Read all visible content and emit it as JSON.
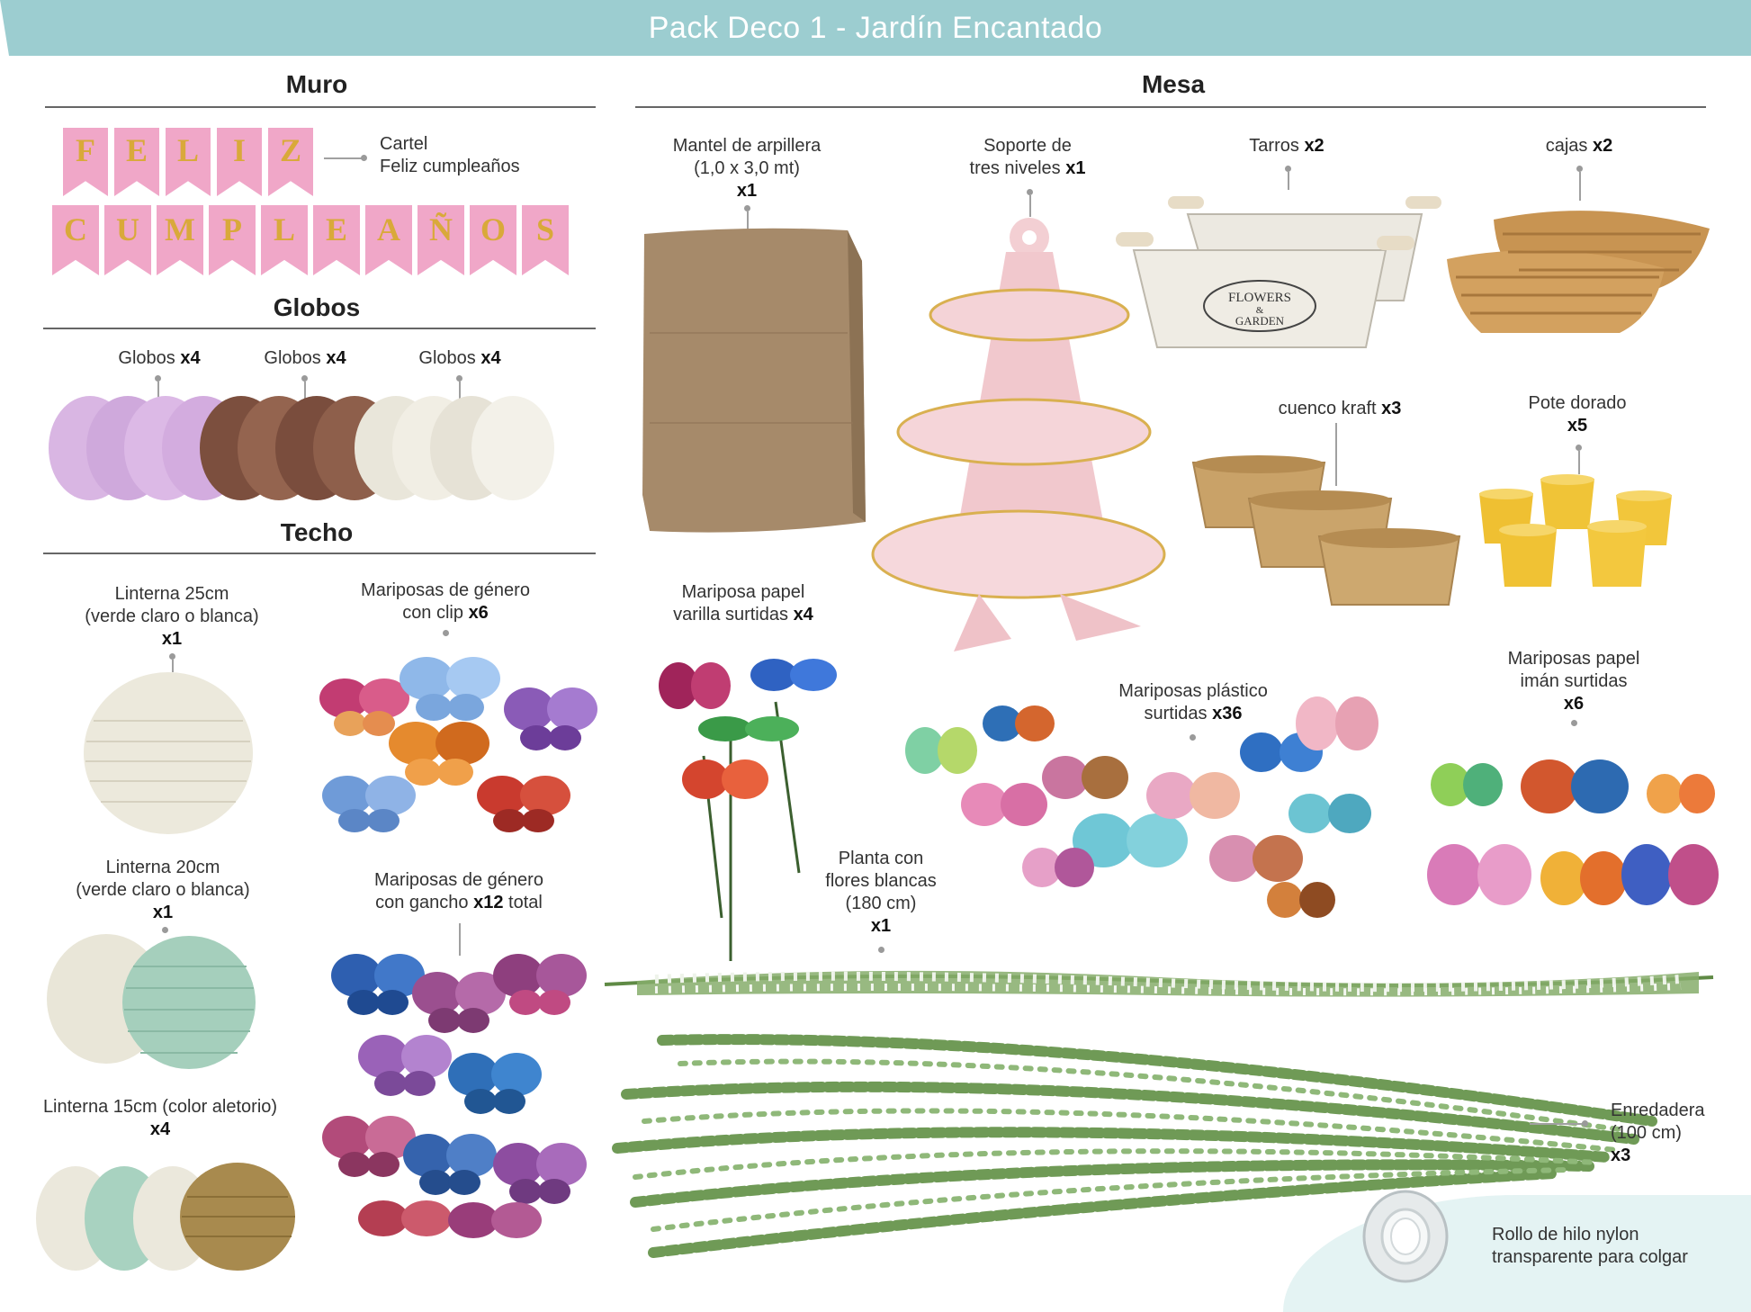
{
  "header": {
    "title": "Pack Deco 1 - Jardín Encantado"
  },
  "sections": {
    "muro": "Muro",
    "globos": "Globos",
    "techo": "Techo",
    "mesa": "Mesa"
  },
  "muro": {
    "cartel_line1": "Cartel",
    "cartel_line2": "Feliz cumpleaños",
    "flags_row1": [
      "F",
      "E",
      "L",
      "I",
      "Z"
    ],
    "flags_row2": [
      "C",
      "U",
      "M",
      "P",
      "L",
      "E",
      "A",
      "Ñ",
      "O",
      "S"
    ]
  },
  "globos": [
    {
      "name": "Globos",
      "qty": "x4",
      "color": "#d7b3e2"
    },
    {
      "name": "Globos",
      "qty": "x4",
      "color": "#8a5a47"
    },
    {
      "name": "Globos",
      "qty": "x4",
      "color": "#f1efe6"
    }
  ],
  "techo": {
    "linterna25_l1": "Linterna 25cm",
    "linterna25_l2": "(verde claro o blanca)",
    "linterna25_qty": "x1",
    "linterna20_l1": "Linterna 20cm",
    "linterna20_l2": "(verde claro o blanca)",
    "linterna20_qty": "x1",
    "linterna15_l1": "Linterna 15cm (color aletorio)",
    "linterna15_qty": "x4",
    "mariposas_clip_l1": "Mariposas de género",
    "mariposas_clip_l2": "con clip",
    "mariposas_clip_qty": "x6",
    "mariposas_gancho_l1": "Mariposas de género",
    "mariposas_gancho_l2": "con gancho",
    "mariposas_gancho_qty": "x12",
    "mariposas_gancho_suffix": "total"
  },
  "mesa": {
    "mantel_l1": "Mantel de arpillera",
    "mantel_l2": "(1,0 x 3,0 mt)",
    "mantel_qty": "x1",
    "soporte_l1": "Soporte de",
    "soporte_l2": "tres niveles",
    "soporte_qty": "x1",
    "tarros": "Tarros",
    "tarros_qty": "x2",
    "tarro_text_1": "FLOWERS",
    "tarro_text_2": "&",
    "tarro_text_3": "GARDEN",
    "cajas": "cajas",
    "cajas_qty": "x2",
    "cuenco": "cuenco kraft",
    "cuenco_qty": "x3",
    "pote_l1": "Pote dorado",
    "pote_qty": "x5",
    "mar_papel_l1": "Mariposa papel",
    "mar_papel_l2": "varilla surtidas",
    "mar_papel_qty": "x4",
    "mar_plastico_l1": "Mariposas plástico",
    "mar_plastico_l2": "surtidas",
    "mar_plastico_qty": "x36",
    "mar_iman_l1": "Mariposas papel",
    "mar_iman_l2": "imán surtidas",
    "mar_iman_qty": "x6",
    "planta_l1": "Planta con",
    "planta_l2": "flores blancas",
    "planta_l3": "(180 cm)",
    "planta_qty": "x1",
    "enredadera_l1": "Enredadera",
    "enredadera_l2": "(100 cm)",
    "enredadera_qty": "x3",
    "rollo_l1": "Rollo de hilo nylon",
    "rollo_l2": "transparente para colgar"
  },
  "colors": {
    "banner": "#9ccdd0",
    "flag_pink": "#f0a7c8",
    "flag_gold": "#d9a93a",
    "burlap": "#a68a6a",
    "stand_pink": "#f4d0d3",
    "kraft": "#c9a268",
    "gold_pot": "#f0c437",
    "basket": "#c89452",
    "foliage": "#7fa864"
  }
}
